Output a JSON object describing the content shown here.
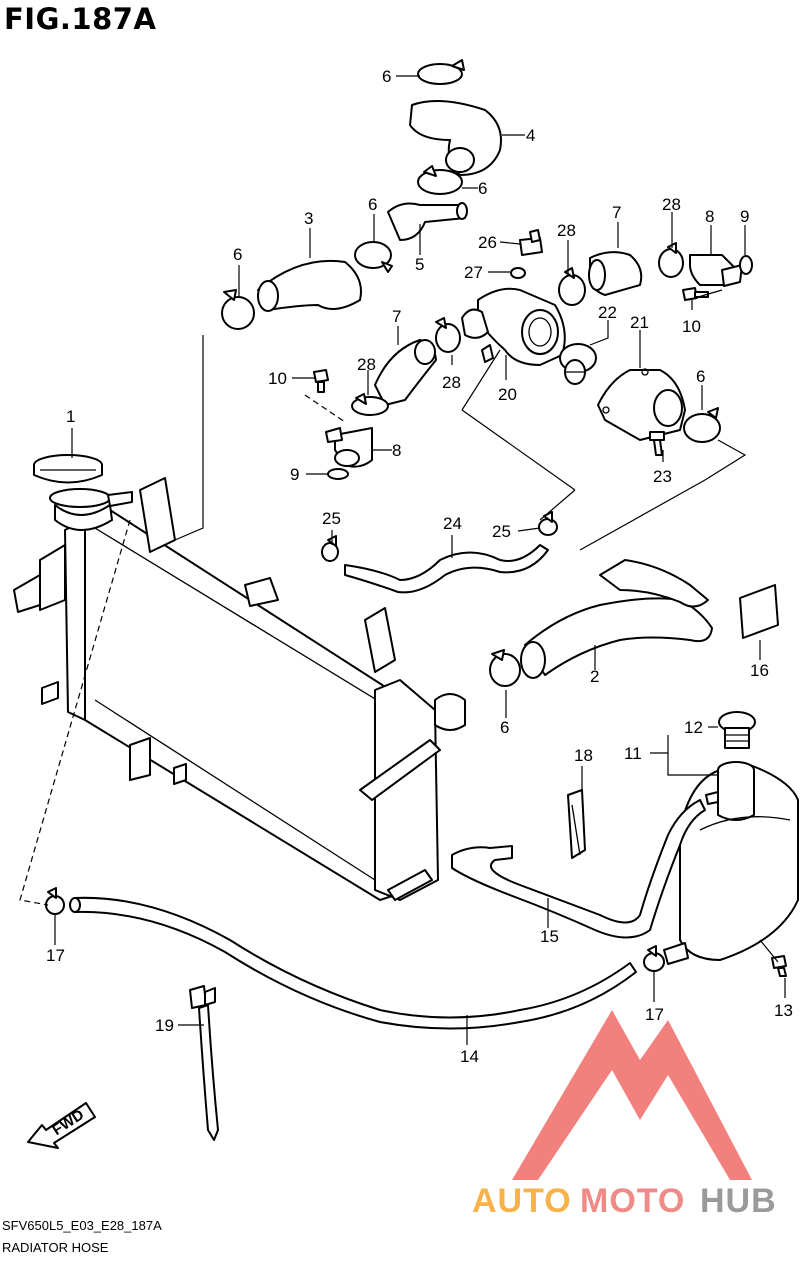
{
  "figure": {
    "title": "FIG.187A",
    "diagram_code": "SFV650L5_E03_E28_187A",
    "diagram_name": "RADIATOR HOSE"
  },
  "callouts": {
    "c1": "1",
    "c2": "2",
    "c3": "3",
    "c4": "4",
    "c5": "5",
    "c6a": "6",
    "c6b": "6",
    "c6c": "6",
    "c6d": "6",
    "c6e": "6",
    "c6f": "6",
    "c7a": "7",
    "c7b": "7",
    "c8a": "8",
    "c8b": "8",
    "c9a": "9",
    "c9b": "9",
    "c10a": "10",
    "c10b": "10",
    "c11": "11",
    "c12": "12",
    "c13": "13",
    "c14": "14",
    "c15": "15",
    "c16": "16",
    "c17a": "17",
    "c17b": "17",
    "c18": "18",
    "c19": "19",
    "c20": "20",
    "c21": "21",
    "c22": "22",
    "c23": "23",
    "c24": "24",
    "c25a": "25",
    "c25b": "25",
    "c26": "26",
    "c27": "27",
    "c28a": "28",
    "c28b": "28",
    "c28c": "28",
    "c28d": "28"
  },
  "direction_marker": "FWD",
  "watermark": {
    "part1": "AUTO",
    "part2": "MOTO",
    "part3": "HUB",
    "colors": {
      "auto": "#f7b24a",
      "moto": "#ef8a86",
      "hub": "#9a9a9a",
      "logo": "#ef5b57"
    }
  }
}
